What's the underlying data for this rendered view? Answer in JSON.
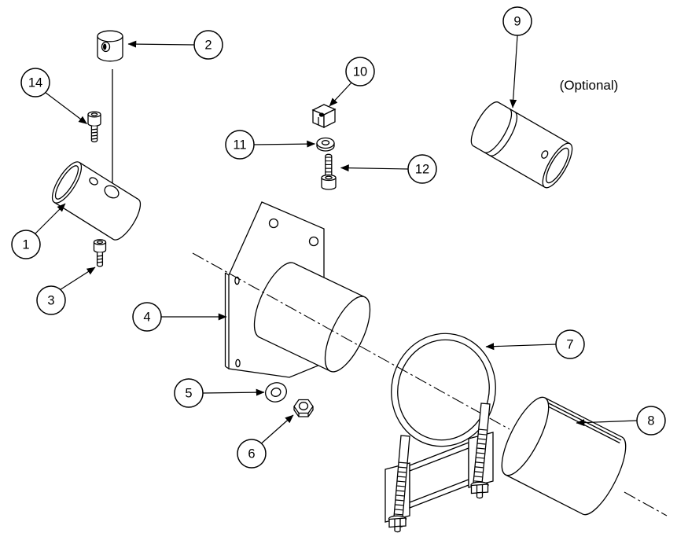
{
  "diagram": {
    "optional_label": "(Optional)",
    "colors": {
      "background": "#ffffff",
      "line": "#000000"
    },
    "callouts": [
      "1",
      "2",
      "3",
      "4",
      "5",
      "6",
      "7",
      "8",
      "9",
      "10",
      "11",
      "12",
      "14"
    ]
  }
}
